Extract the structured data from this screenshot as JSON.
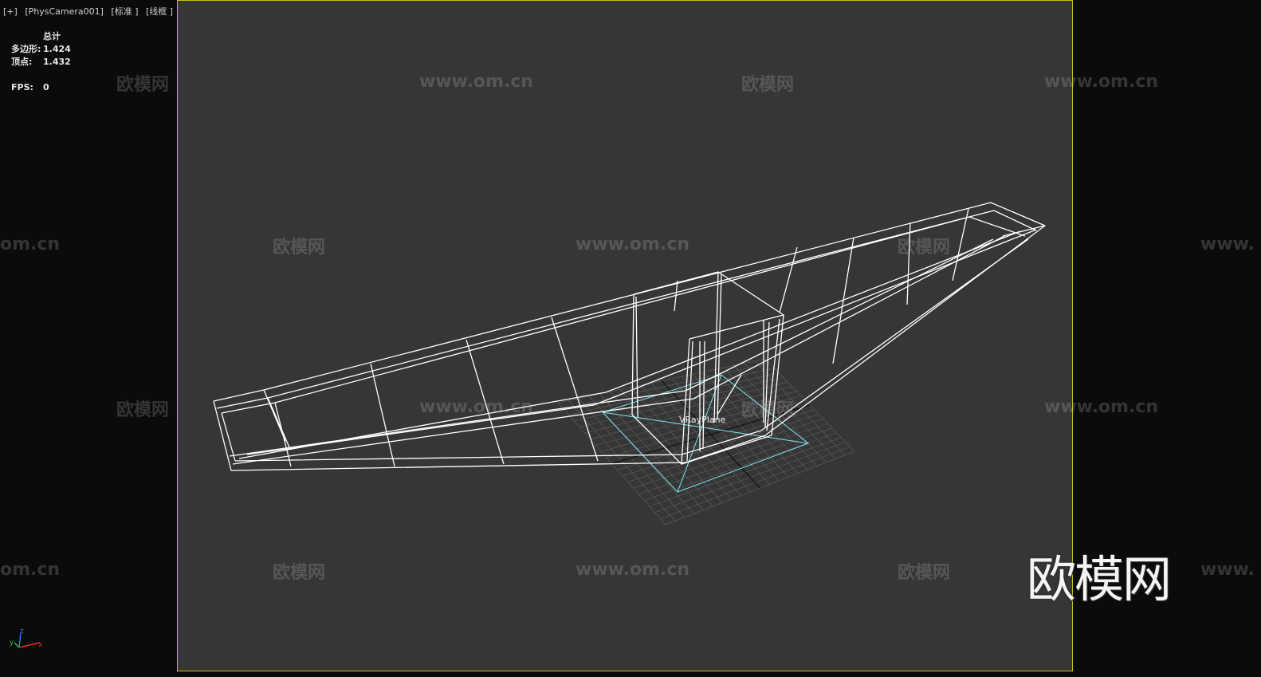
{
  "viewport": {
    "menu_plus": "[+]",
    "camera": "[PhysCamera001]",
    "shading_standard": "[标准 ]",
    "shading_wireframe": "[线框 ]"
  },
  "stats": {
    "header": "总计",
    "polygons_label": "多边形:",
    "polygons_value": "1.424",
    "vertices_label": "顶点:",
    "vertices_value": "1.432",
    "fps_label": "FPS:",
    "fps_value": "0"
  },
  "object_label": "VRayPlane",
  "watermarks": {
    "cn": "欧模网",
    "url": "www.om.cn",
    "url_partial": "om.cn",
    "url_cut": "www.",
    "logo": "欧模网"
  },
  "axis": {
    "x": "x",
    "y": "y",
    "z": "z"
  },
  "colors": {
    "background": "#0b0b0b",
    "viewport": "#363636",
    "safe_frame": "#c8c020",
    "wireframe": "#ffffff",
    "vray_plane": "#7fe6ee",
    "grid": "#555555"
  }
}
